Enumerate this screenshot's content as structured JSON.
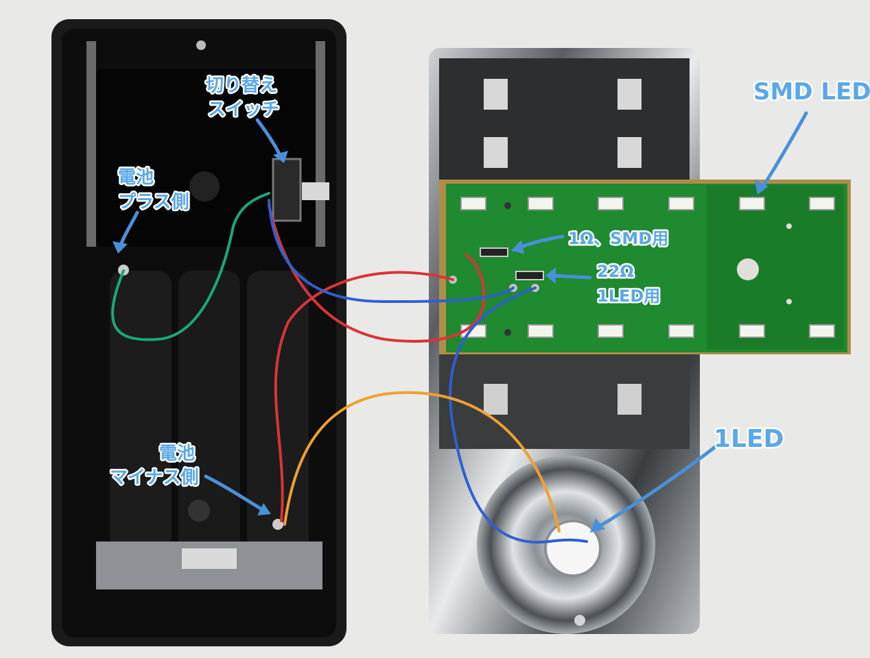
{
  "labels": {
    "switch_line1": "切り替え",
    "switch_line2": "スイッチ",
    "battery_plus_line1": "電池",
    "battery_plus_line2": "プラス側",
    "battery_minus_line1": "電池",
    "battery_minus_line2": "マイナス側",
    "smd_led": "SMD LED",
    "resistor_1ohm": "1Ω、SMD用",
    "resistor_22ohm_line1": "22Ω",
    "resistor_22ohm_line2": "1LED用",
    "single_led": "1LED"
  },
  "colors": {
    "annotation_text": "#5aa8e8",
    "arrow": "#4a90d9",
    "case_plastic": "#121212",
    "pcb": "#1f8a2f",
    "wire_green": "#1aa87a",
    "wire_red": "#d9343a",
    "wire_blue": "#2f5fd0",
    "wire_orange": "#f0a030"
  }
}
